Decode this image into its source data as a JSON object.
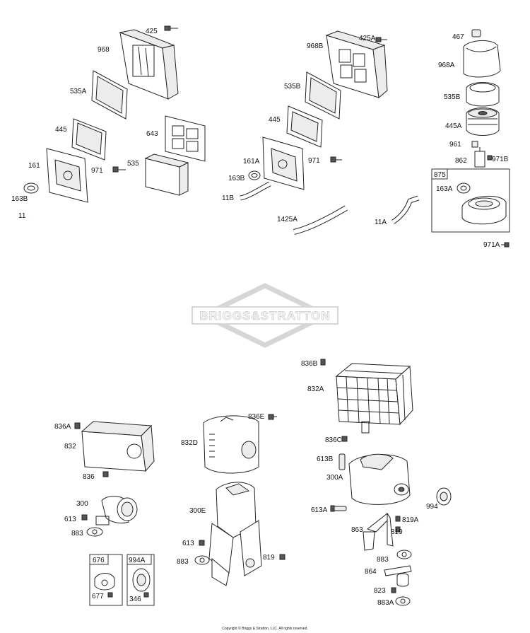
{
  "watermark": "BRIGGS&STRATTON",
  "copyright": "Copyright © Briggs & Stratton, LLC. All rights reserved.",
  "labels": {
    "p425": "425",
    "p968": "968",
    "p535A": "535A",
    "p445a": "445",
    "p643": "643",
    "p535": "535",
    "p161": "161",
    "p971a": "971",
    "p163Ba": "163B",
    "p11": "11",
    "p425A": "425A",
    "p968B": "968B",
    "p535B": "535B",
    "p445b": "445",
    "p161A": "161A",
    "p163Bb": "163B",
    "p971b": "971",
    "p11B": "11B",
    "p1425A": "1425A",
    "p11A": "11A",
    "p467": "467",
    "p968A": "968A",
    "p535Bc": "535B",
    "p445A": "445A",
    "p961": "961",
    "p862": "862",
    "p971B": "971B",
    "p875": "875",
    "p163A": "163A",
    "p971A": "971A",
    "p836A": "836A",
    "p832": "832",
    "p836": "836",
    "p300": "300",
    "p613a": "613",
    "p883a": "883",
    "p676": "676",
    "p994A": "994A",
    "p677": "677",
    "p346": "346",
    "p836E": "836E",
    "p832D": "832D",
    "p300E": "300E",
    "p613b": "613",
    "p883b": "883",
    "p819a": "819",
    "p836B": "836B",
    "p832A": "832A",
    "p836C": "836C",
    "p613B": "613B",
    "p300A": "300A",
    "p613A": "613A",
    "p994": "994",
    "p819A": "819A",
    "p863": "863",
    "p819b": "819",
    "p883c": "883",
    "p864": "864",
    "p823": "823",
    "p883A": "883A"
  }
}
